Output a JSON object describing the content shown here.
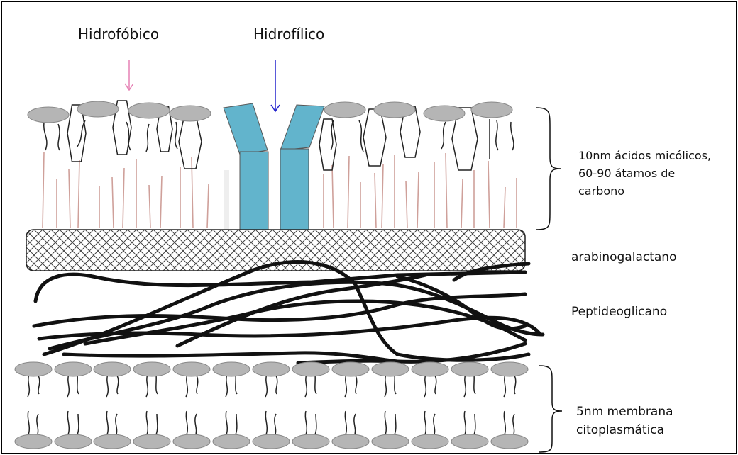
{
  "labels": {
    "hydrophobic": "Hidrofóbico",
    "hydrophilic": "Hidrofílico",
    "mycolic_line1": "10nm ácidos micólicos,",
    "mycolic_line2": "60-90 átamos de",
    "mycolic_line3": "carbono",
    "arabinogalactan": "arabinogalactano",
    "peptidoglycan": "Peptideoglicano",
    "membrane_line1": "5nm membrana",
    "membrane_line2": "citoplasmática"
  },
  "colors": {
    "hydrophobic_arrow": "#e681b4",
    "hydrophilic_arrow": "#2222cc",
    "porin": "#62b4cc",
    "lipid_head": "#b5b5b5",
    "fatty_chain": "#cfa09a",
    "strands": "#111111"
  }
}
